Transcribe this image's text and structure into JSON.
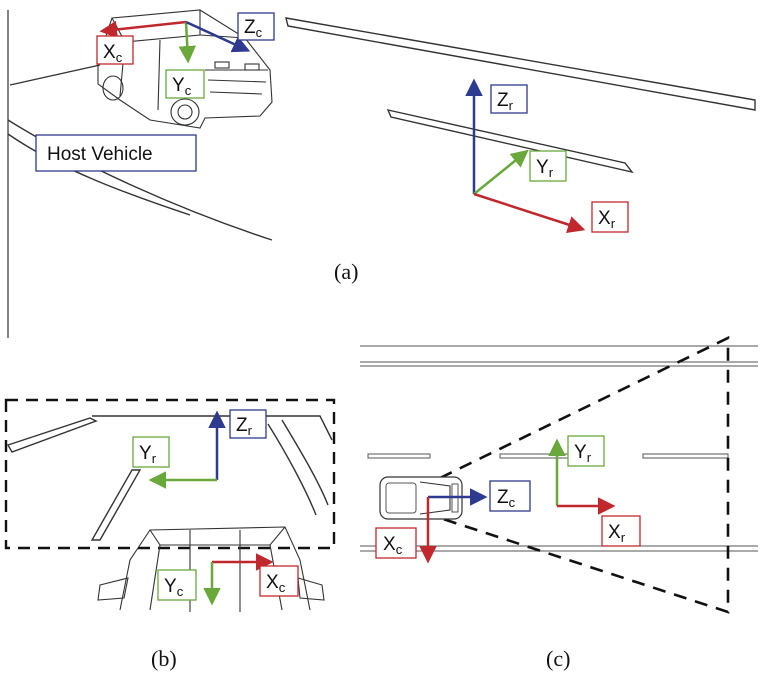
{
  "colors": {
    "x_axis": "#c0282d",
    "y_axis": "#6aa83b",
    "z_axis": "#2e3a8f",
    "box_blue": "#2e3a8f",
    "box_red": "#c0282d",
    "box_green": "#6aa83b"
  },
  "panel_a": {
    "caption": "(a)",
    "host_vehicle_label": "Host Vehicle",
    "camera_axes": {
      "x": "X",
      "x_sub": "c",
      "y": "Y",
      "y_sub": "c",
      "z": "Z",
      "z_sub": "c"
    },
    "road_axes": {
      "x": "X",
      "x_sub": "r",
      "y": "Y",
      "y_sub": "r",
      "z": "Z",
      "z_sub": "r"
    }
  },
  "panel_b": {
    "caption": "(b)",
    "road_axes": {
      "y": "Y",
      "y_sub": "r",
      "z": "Z",
      "z_sub": "r"
    },
    "camera_axes": {
      "y": "Y",
      "y_sub": "c",
      "x": "X",
      "x_sub": "c"
    }
  },
  "panel_c": {
    "caption": "(c)",
    "camera_axes": {
      "z": "Z",
      "z_sub": "c",
      "x": "X",
      "x_sub": "c"
    },
    "road_axes": {
      "y": "Y",
      "y_sub": "r",
      "x": "X",
      "x_sub": "r"
    }
  }
}
